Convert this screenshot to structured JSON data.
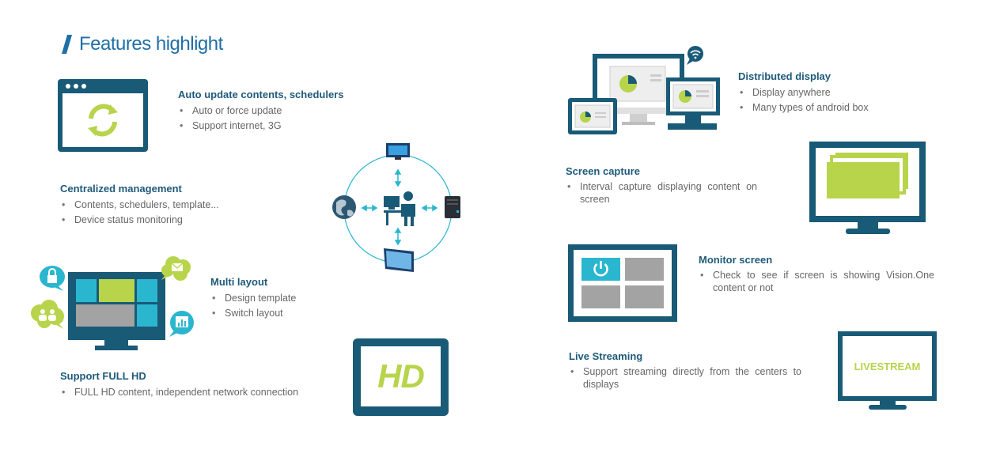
{
  "page": {
    "title": "Features highlight",
    "colors": {
      "dark_blue": "#195a77",
      "cyan": "#2bb6cf",
      "green": "#b7d44b",
      "gray": "#a3a3a3",
      "title_blue": "#1f6fa6"
    }
  },
  "features": {
    "auto_update": {
      "title": "Auto update contents, schedulers",
      "items": [
        "Auto or force update",
        "Support internet, 3G"
      ],
      "icon": "browser-refresh-icon"
    },
    "centralized": {
      "title": "Centralized management",
      "items": [
        "Contents, schedulers, template...",
        "Device status monitoring"
      ],
      "icon": "network-hub-icon"
    },
    "multi_layout": {
      "title": "Multi layout",
      "items": [
        "Design template",
        "Switch layout"
      ],
      "icon": "monitor-layout-icon"
    },
    "full_hd": {
      "title": "Support FULL HD",
      "items": [
        "FULL HD content, independent network connection"
      ],
      "icon_text": "HD"
    },
    "distributed": {
      "title": "Distributed display",
      "items": [
        "Display anywhere",
        "Many types of android box"
      ],
      "icon": "devices-icon"
    },
    "screen_capture": {
      "title": "Screen capture",
      "items": [
        "Interval capture displaying content on screen"
      ],
      "icon": "stacked-screens-icon"
    },
    "monitor_screen": {
      "title": "Monitor screen",
      "items": [
        "Check to see if screen is showing Vision.One content or not"
      ],
      "icon": "power-grid-icon"
    },
    "live_streaming": {
      "title": "Live Streaming",
      "items": [
        "Support streaming directly from the centers to displays"
      ],
      "icon_text": "LIVESTREAM"
    }
  }
}
